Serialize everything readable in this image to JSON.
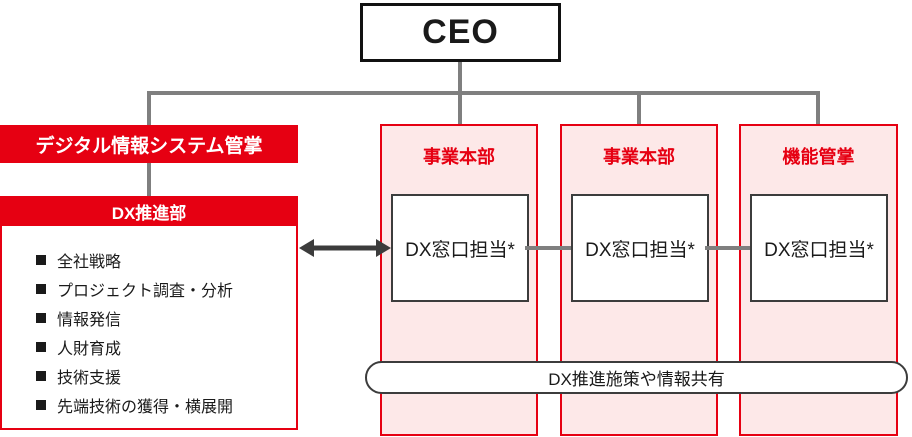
{
  "ceo": {
    "label": "CEO"
  },
  "left_branch": {
    "banner": "デジタル情報システム管掌",
    "department": {
      "title": "DX推進部",
      "items": [
        "全社戦略",
        "プロジェクト調査・分析",
        "情報発信",
        "人財育成",
        "技術支援",
        "先端技術の獲得・横展開"
      ]
    }
  },
  "columns": [
    {
      "title": "事業本部",
      "box": "DX窓口担当*"
    },
    {
      "title": "事業本部",
      "box": "DX窓口担当*"
    },
    {
      "title": "機能管掌",
      "box": "DX窓口担当*"
    }
  ],
  "note": {
    "label": "DX推進施策や情報共有"
  },
  "colors": {
    "accent_red": "#e60012",
    "pink_fill": "#fde8e8",
    "connector_gray": "#7f7f7f",
    "dark_line": "#3c3c3c"
  }
}
